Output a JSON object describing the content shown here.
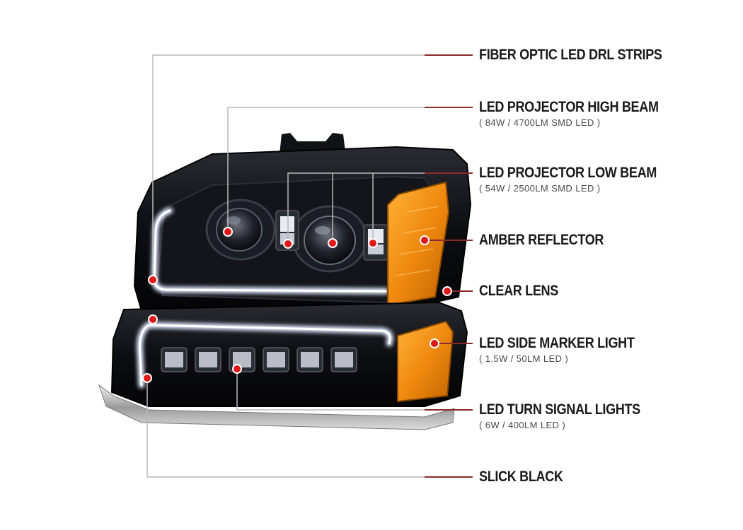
{
  "callouts": [
    {
      "id": "fiber-optic-drl",
      "label": "FIBER OPTIC LED DRL STRIPS",
      "detail": ""
    },
    {
      "id": "projector-high-beam",
      "label": "LED PROJECTOR HIGH BEAM",
      "detail": "( 84W / 4700LM SMD LED )"
    },
    {
      "id": "projector-low-beam",
      "label": "LED PROJECTOR LOW BEAM",
      "detail": "( 54W / 2500LM SMD LED )"
    },
    {
      "id": "amber-reflector",
      "label": "AMBER REFLECTOR",
      "detail": ""
    },
    {
      "id": "clear-lens",
      "label": "CLEAR LENS",
      "detail": ""
    },
    {
      "id": "side-marker",
      "label": "LED SIDE MARKER LIGHT",
      "detail": "( 1.5W / 50LM LED )"
    },
    {
      "id": "turn-signal",
      "label": "LED TURN SIGNAL LIGHTS",
      "detail": "( 6W / 400LM LED )"
    },
    {
      "id": "slick-black",
      "label": "SLICK BLACK",
      "detail": ""
    }
  ],
  "colors": {
    "leader_line": "#b8b8b8",
    "leader_line_dark": "#8a2a2a",
    "marker_dot": "#e01818",
    "housing": "#0c0c0f",
    "amber": "#f08a10",
    "drl_glow": "#dfe6ff"
  }
}
